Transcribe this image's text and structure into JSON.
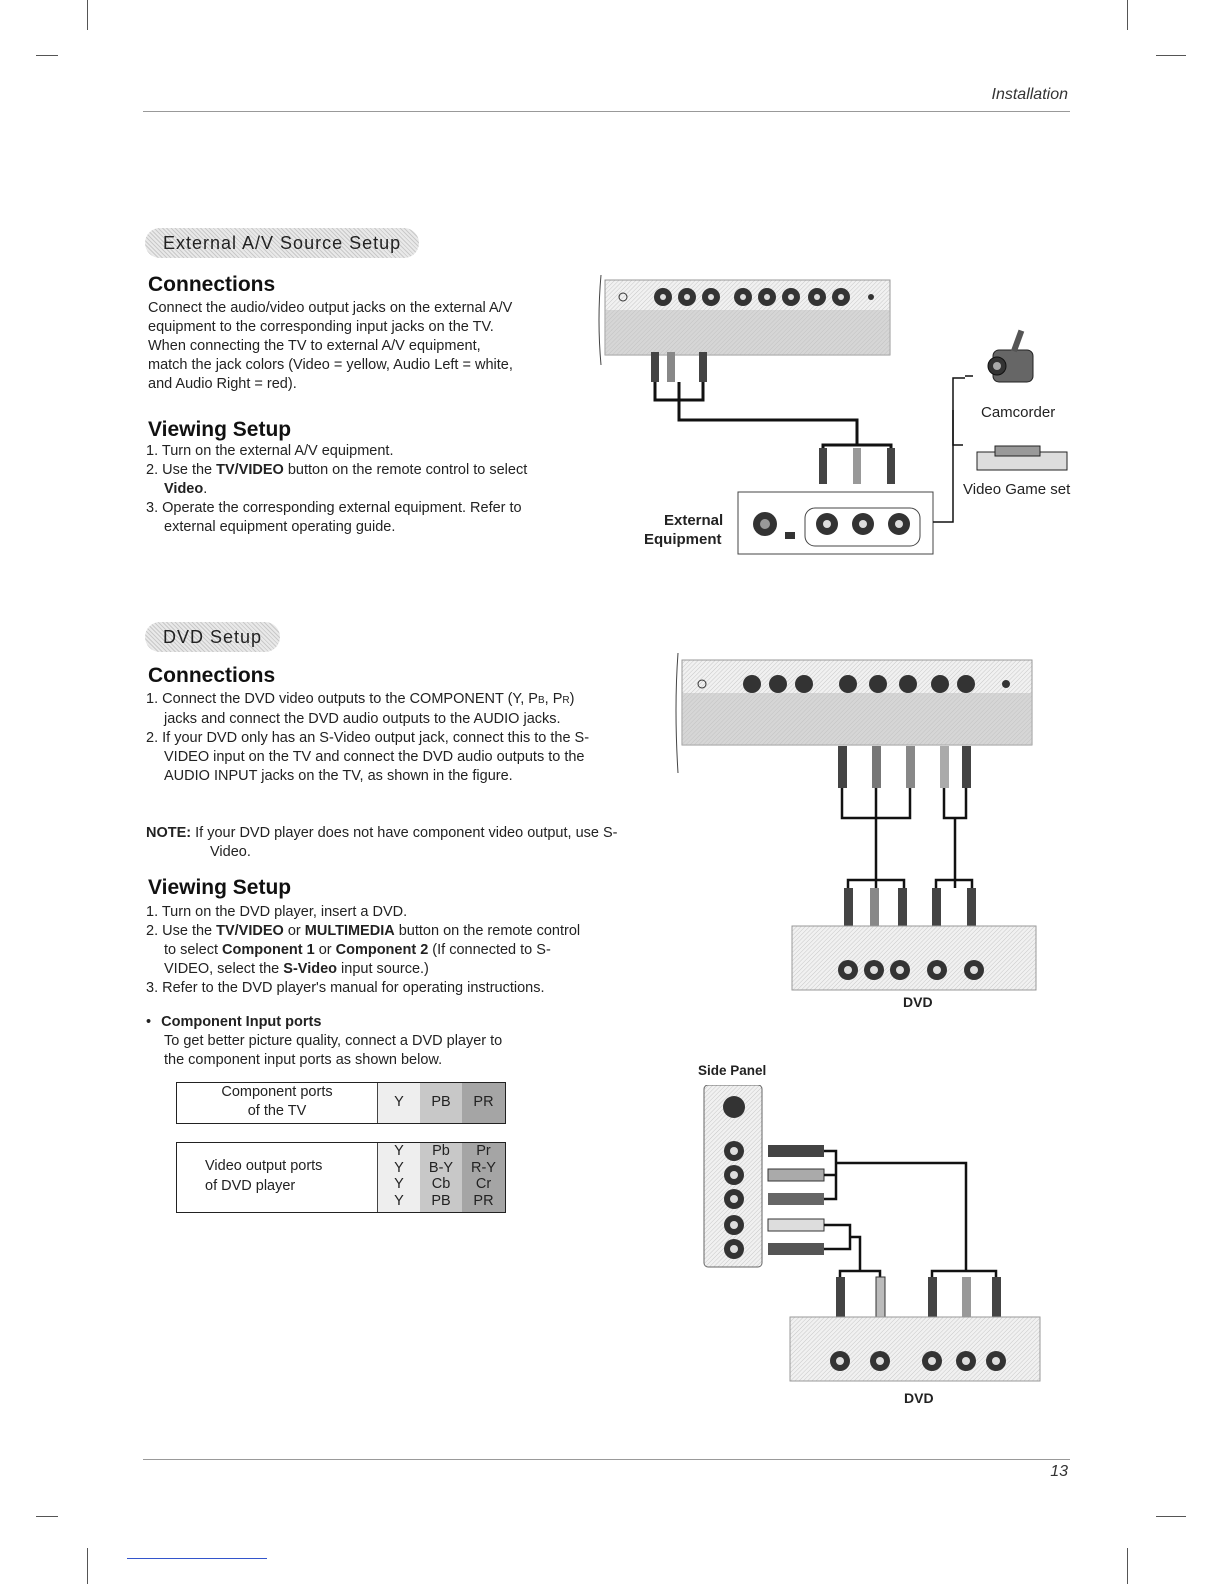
{
  "header": {
    "section_label": "Installation"
  },
  "external_av": {
    "tab_title": "External A/V Source Setup",
    "connections": {
      "heading": "Connections",
      "lines": [
        "Connect the audio/video output jacks on the external A/V",
        "equipment to the corresponding input jacks on the TV.",
        "When connecting the TV to external A/V equipment,",
        "match the jack colors (Video = yellow, Audio Left = white,",
        "and Audio Right = red)."
      ]
    },
    "viewing": {
      "heading": "Viewing Setup",
      "steps": [
        {
          "num": "1.",
          "pre": "Turn on the external A/V equipment.",
          "b1": "",
          "mid": "",
          "b2": "",
          "post": ""
        },
        {
          "num": "2.",
          "pre": "Use the ",
          "b1": "TV/VIDEO",
          "mid": " button on the remote control to select ",
          "b2": "Video",
          "post": "."
        },
        {
          "num": "3.",
          "pre": "Operate the corresponding external equipment. Refer to external equipment operating guide.",
          "b1": "",
          "mid": "",
          "b2": "",
          "post": ""
        }
      ]
    },
    "diagram": {
      "external_equipment_label_1": "External",
      "external_equipment_label_2": "Equipment",
      "camcorder_label": "Camcorder",
      "video_game_label": "Video Game set"
    }
  },
  "dvd": {
    "tab_title": "DVD Setup",
    "connections": {
      "heading": "Connections",
      "step1_a": "Connect the DVD video outputs to the COMPONENT (Y, P",
      "step1_b": "B",
      "step1_c": ", P",
      "step1_d": "R",
      "step1_e": ") jacks and connect the DVD audio outputs to the AUDIO jacks.",
      "step2": "If your DVD only has an S-Video output jack, connect this to the S-VIDEO input on the TV and connect the DVD audio outputs to the AUDIO INPUT jacks on the TV, as shown in the figure.",
      "note_label": "NOTE:",
      "note_text": " If your DVD player does not have component video output, use S-Video."
    },
    "viewing": {
      "heading": "Viewing Setup",
      "step1": "Turn on the DVD player, insert a DVD.",
      "step2_pre": "Use the ",
      "step2_b1": "TV/VIDEO",
      "step2_mid1": " or ",
      "step2_b2": "MULTIMEDIA",
      "step2_mid2": " button on the remote control to select ",
      "step2_b3": "Component 1",
      "step2_mid3": " or ",
      "step2_b4": "Component 2",
      "step2_mid4": " (If connected to S-VIDEO, select the ",
      "step2_b5": "S-Video",
      "step2_post": " input source.)",
      "step3": "Refer to the DVD player's manual for operating instructions."
    },
    "component_ports": {
      "bullet_title": "Component Input ports",
      "desc_1": "To get better picture quality, connect a DVD player to",
      "desc_2": "the component input ports as shown below.",
      "table1": {
        "label_1": "Component ports",
        "label_2": "of the TV",
        "y": "Y",
        "pb": "PB",
        "pr": "PR"
      },
      "table2": {
        "label_1": "Video output ports",
        "label_2": "of DVD player",
        "rows": [
          {
            "y": "Y",
            "pb": "Pb",
            "pr": "Pr"
          },
          {
            "y": "Y",
            "pb": "B-Y",
            "pr": "R-Y"
          },
          {
            "y": "Y",
            "pb": "Cb",
            "pr": "Cr"
          },
          {
            "y": "Y",
            "pb": "PB",
            "pr": "PR"
          }
        ]
      }
    },
    "diagram": {
      "dvd_label_top": "DVD",
      "side_panel_label": "Side Panel",
      "dvd_label_bottom": "DVD"
    }
  },
  "footer": {
    "page_number": "13"
  }
}
